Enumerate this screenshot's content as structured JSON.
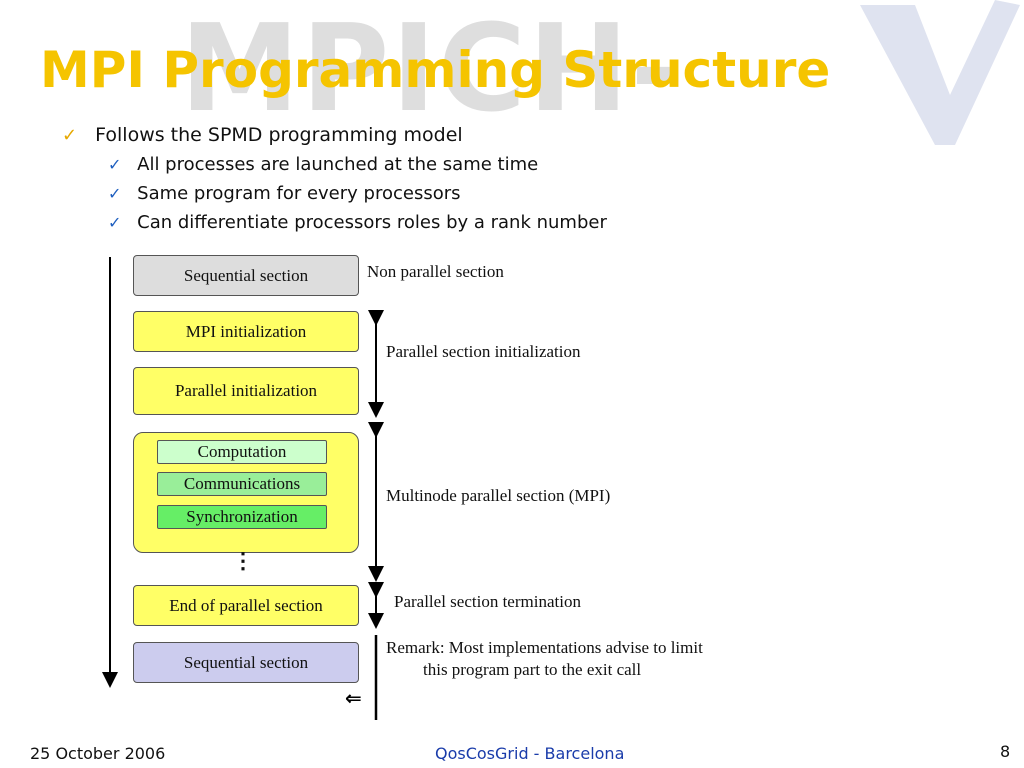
{
  "watermark": {
    "text": "MPICH-"
  },
  "slide": {
    "title": "MPI Programming Structure"
  },
  "bullets": {
    "main": "Follows the SPMD programming model",
    "sub": [
      "All processes are launched at the same time",
      "Same program for every processors",
      "Can differentiate processors roles by a rank number"
    ]
  },
  "diagram": {
    "boxes": {
      "seq_top": "Sequential section",
      "mpi_init": "MPI initialization",
      "par_init": "Parallel initialization",
      "computation": "Computation",
      "communications": "Communications",
      "synchronization": "Synchronization",
      "end_parallel": "End of parallel section",
      "seq_bottom": "Sequential section"
    },
    "labels": {
      "non_parallel": "Non parallel section",
      "par_init": "Parallel section initialization",
      "multinode": "Multinode parallel section (MPI)",
      "termination": "Parallel section termination",
      "remark_line1": "Remark: Most implementations advise to limit",
      "remark_line2": "this program part to the exit call"
    },
    "ellipsis": "⋮",
    "back_arrow": "⇐"
  },
  "footer": {
    "date": "25 October 2006",
    "center": "QosCosGrid - Barcelona",
    "page": "8"
  },
  "colors": {
    "title": "#f5c400",
    "yellow_box": "#ffff66",
    "grey_box": "#dddddd",
    "lavender_box": "#ccccee",
    "footer_blue": "#1a3caa"
  }
}
